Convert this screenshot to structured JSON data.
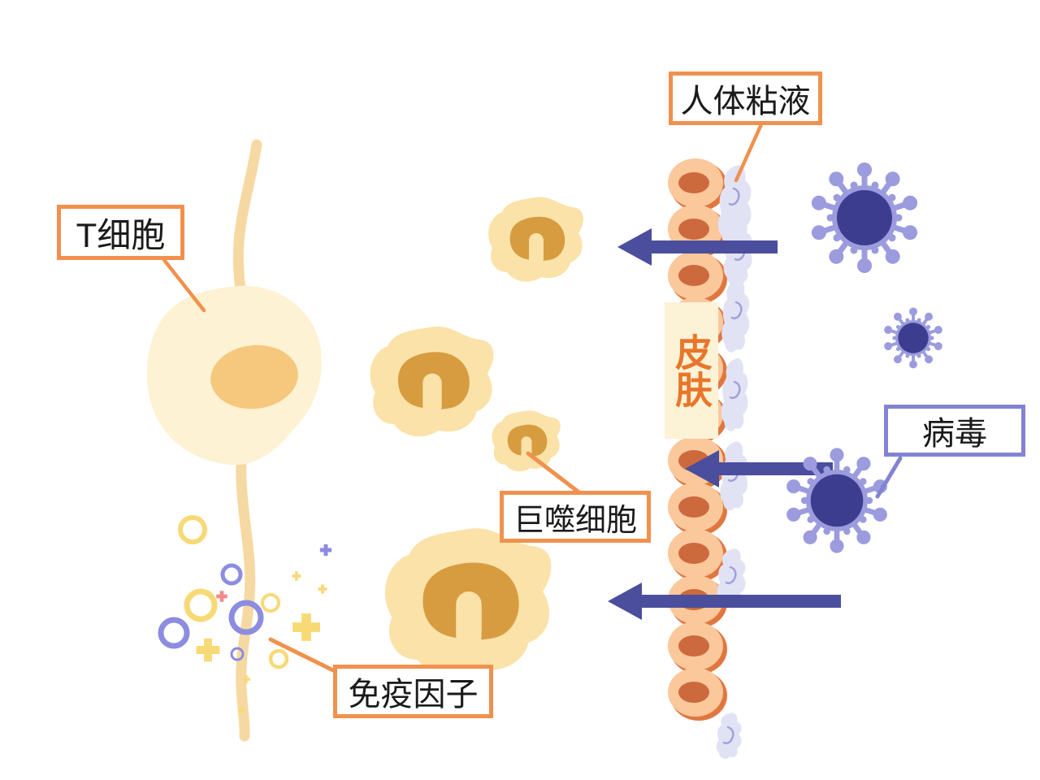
{
  "diagram": {
    "labels": {
      "mucus": "人体粘液",
      "t_cell": "T细胞",
      "skin": "皮肤",
      "virus": "病毒",
      "macrophage": "巨噬细胞",
      "immune_factor": "免疫因子"
    },
    "colors": {
      "label_border_orange": "#F0914E",
      "label_border_purple": "#8383D3",
      "skin_label_text": "#E8762B",
      "skin_panel_bg": "#FCF2D6",
      "arrow": "#4B4E9D",
      "virus_spike": "#9B9BDE",
      "virus_core": "#3D3D90",
      "skin_cell_fill": "#FAC89B",
      "skin_cell_edge": "#E0773F",
      "skin_cell_nucleus": "#CD6A3D",
      "mucus_fill": "#E2E2F5",
      "mucus_stroke": "#A0A0DC",
      "t_cell_body": "#FDF2D3",
      "t_cell_nucleus": "#F5C87D",
      "macrophage_body": "#FAE2A9",
      "macrophage_nucleus": "#D79C3F",
      "strand": "#F6D9A2",
      "factor_yellow": "#F7D976",
      "factor_purple": "#8C8CE0",
      "factor_pink": "#F28B8B"
    },
    "icons": [
      "virus-icon",
      "macrophage-icon",
      "t-cell-icon",
      "skin-cell-icon",
      "mucus-blob-icon",
      "immune-factor-particles",
      "blocked-arrow-icon"
    ]
  }
}
